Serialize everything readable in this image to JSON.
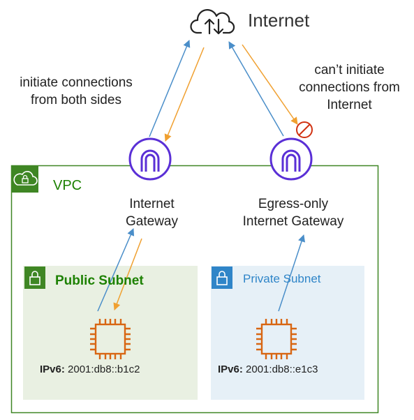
{
  "internet": {
    "label": "Internet",
    "icon": "cloud-upload-download-icon"
  },
  "notes": {
    "left": [
      "initiate connections",
      "from both sides"
    ],
    "right": [
      "can’t initiate",
      "connections from",
      "Internet"
    ]
  },
  "vpc": {
    "label": "VPC",
    "icon": "cloud-lock-icon",
    "border_color": "#3f8624"
  },
  "gateways": {
    "internet": {
      "lines": [
        "Internet",
        "Gateway"
      ],
      "icon": "gateway-icon"
    },
    "egress_only": {
      "lines": [
        "Egress-only",
        "Internet Gateway"
      ],
      "icon": "gateway-icon"
    }
  },
  "subnets": {
    "public": {
      "label": "Public Subnet",
      "icon": "lock-icon",
      "ip_prefix": "IPv6:",
      "ip_value": "2001:db8::b1c2",
      "color": "#3f8624"
    },
    "private": {
      "label": "Private Subnet",
      "icon": "lock-icon",
      "ip_prefix": "IPv6:",
      "ip_value": "2001:db8::e1c3",
      "color": "#2f85c8"
    }
  },
  "colors": {
    "gateway_purple": "#5a2fd6",
    "instance_orange": "#d86613",
    "arrow_blue": "#4a8ec9",
    "arrow_orange": "#f0a030",
    "blocked_red": "#d13212"
  }
}
